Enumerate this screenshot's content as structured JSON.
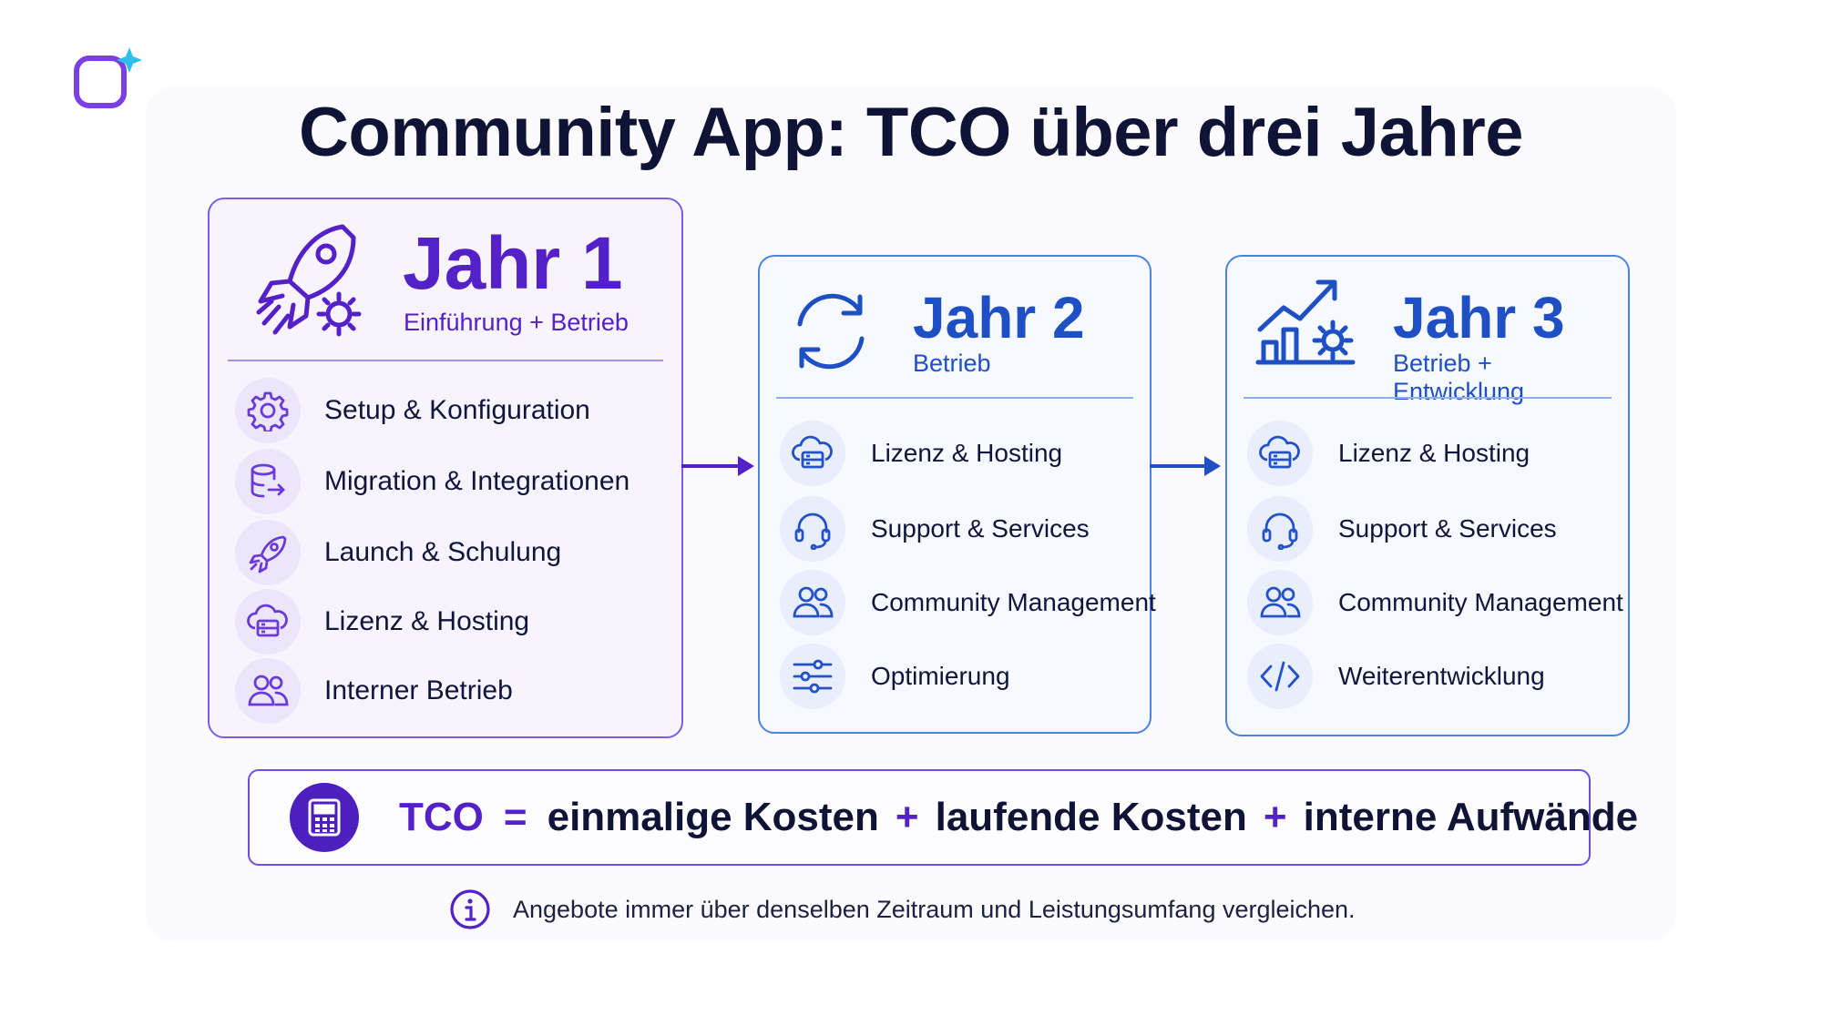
{
  "title": "Community App: TCO über drei Jahre",
  "colors": {
    "violet": "#5420c8",
    "blue": "#1f4fc4",
    "navy": "#0f1437"
  },
  "logo": {
    "icon": "sparkle-square-logo-icon"
  },
  "cards": [
    {
      "year": "Jahr 1",
      "subtitle": "Einführung + Betrieb",
      "header_icon": "rocket-gear-icon",
      "items": [
        {
          "label": "Setup & Konfiguration",
          "icon": "gear-icon"
        },
        {
          "label": "Migration & Integrationen",
          "icon": "database-arrow-icon"
        },
        {
          "label": "Launch & Schulung",
          "icon": "rocket-icon"
        },
        {
          "label": "Lizenz & Hosting",
          "icon": "cloud-server-icon"
        },
        {
          "label": "Interner Betrieb",
          "icon": "users-icon"
        }
      ]
    },
    {
      "year": "Jahr 2",
      "subtitle": "Betrieb",
      "header_icon": "refresh-cycle-icon",
      "items": [
        {
          "label": "Lizenz & Hosting",
          "icon": "cloud-server-icon"
        },
        {
          "label": "Support & Services",
          "icon": "headset-icon"
        },
        {
          "label": "Community Management",
          "icon": "users-icon"
        },
        {
          "label": "Optimierung",
          "icon": "sliders-icon"
        }
      ]
    },
    {
      "year": "Jahr 3",
      "subtitle": "Betrieb + Entwicklung",
      "header_icon": "growth-chart-gear-icon",
      "items": [
        {
          "label": "Lizenz & Hosting",
          "icon": "cloud-server-icon"
        },
        {
          "label": "Support & Services",
          "icon": "headset-icon"
        },
        {
          "label": "Community Management",
          "icon": "users-icon"
        },
        {
          "label": "Weiterentwicklung",
          "icon": "code-icon"
        }
      ]
    }
  ],
  "formula": {
    "icon": "calculator-icon",
    "lhs": "TCO",
    "eq": "=",
    "plus": "+",
    "terms": [
      "einmalige Kosten",
      "laufende Kosten",
      "interne Aufwände"
    ]
  },
  "note": {
    "icon": "info-icon",
    "text": "Angebote immer über denselben Zeitraum und Leistungsumfang vergleichen."
  }
}
